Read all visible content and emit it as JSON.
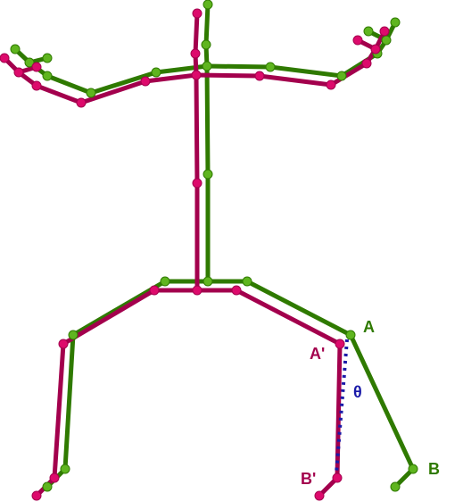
{
  "colors": {
    "green_line": "#2f7a00",
    "green_joint": "#5fb51f",
    "magenta_line": "#a3004d",
    "magenta_joint": "#dd0a6c",
    "angle_dots": "#1a1aa8",
    "green_label": "#2f7a00",
    "magenta_label": "#a3004d",
    "theta_label": "#1a1aa8"
  },
  "labels": {
    "point_a": "A",
    "point_b": "B",
    "point_a_prime": "A'",
    "point_b_prime": "B'",
    "angle": "θ"
  }
}
